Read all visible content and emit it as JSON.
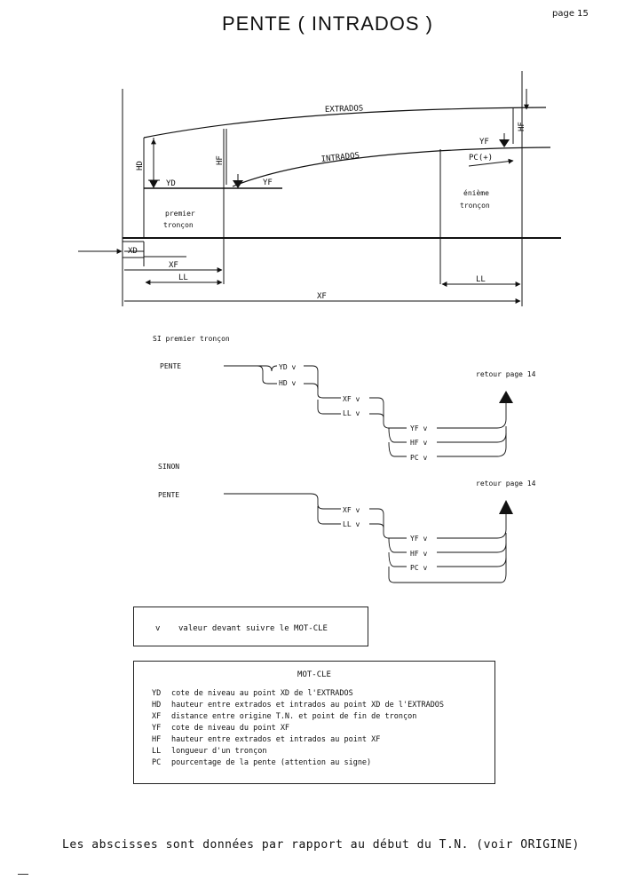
{
  "title": "PENTE ( INTRADOS )",
  "page_label": "page  15",
  "diagram": {
    "extrados": "EXTRADOS",
    "intrados": "INTRADOS",
    "hd": "HD",
    "hf_left": "HF",
    "hf_right": "HF",
    "yd": "YD",
    "yf_left": "YF",
    "yf_right": "YF",
    "pc": "PC(+)",
    "premier_troncon": [
      "premier",
      "tronçon"
    ],
    "enieme_troncon": [
      "énième",
      "tronçon"
    ],
    "xd": "XD",
    "xf_short": "XF",
    "ll_left": "LL",
    "ll_right": "LL",
    "xf_long": "XF"
  },
  "syntax": {
    "si_label": "SI premier tronçon",
    "pente1": "PENTE",
    "yd": "YD  v",
    "hd": "HD  v",
    "xf1": "XF  v",
    "ll1": "LL  v",
    "yf1": "YF  v",
    "hf1": "HF  v",
    "pc1": "PC  v",
    "retour1": "retour page 14",
    "sinon_label": "SINON",
    "pente2": "PENTE",
    "xf2": "XF  v",
    "ll2": "LL  v",
    "yf2": "YF  v",
    "hf2": "HF  v",
    "pc2": "PC  v",
    "retour2": "retour page 14"
  },
  "legend_v": {
    "symbol": "v",
    "text": "valeur devant suivre le MOT-CLE"
  },
  "keywords": {
    "header": "MOT-CLE",
    "rows": [
      {
        "k": "YD",
        "v": "cote de niveau au point XD de l'EXTRADOS"
      },
      {
        "k": "HD",
        "v": "hauteur entre extrados et intrados au point XD de l'EXTRADOS"
      },
      {
        "k": "XF",
        "v": "distance entre origine T.N. et point de fin de tronçon"
      },
      {
        "k": "YF",
        "v": "cote de niveau du point XF"
      },
      {
        "k": "HF",
        "v": "hauteur entre extrados et intrados au point XF"
      },
      {
        "k": "LL",
        "v": "longueur d'un tronçon"
      },
      {
        "k": "PC",
        "v": "pourcentage de la pente (attention au signe)"
      }
    ]
  },
  "footer": "Les abscisses sont données par rapport au début du T.N. (voir ORIGINE)"
}
